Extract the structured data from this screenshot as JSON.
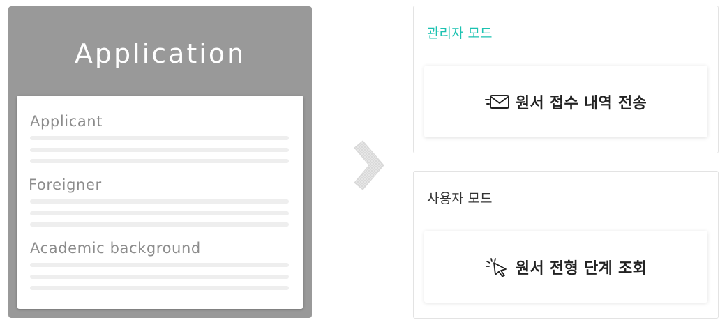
{
  "application_card": {
    "title": "Application",
    "sections": [
      {
        "label": "Applicant"
      },
      {
        "label": "Foreigner"
      },
      {
        "label": "Academic background"
      }
    ]
  },
  "arrow_icon": "chevron-right-icon",
  "admin_panel": {
    "title": "관리자 모드",
    "title_color": "#1cc2b1",
    "button_label": "원서 접수 내역 전송",
    "button_icon": "envelope-send-icon"
  },
  "user_panel": {
    "title": "사용자 모드",
    "button_label": "원서 전형 단계 조회",
    "button_icon": "cursor-click-icon"
  }
}
